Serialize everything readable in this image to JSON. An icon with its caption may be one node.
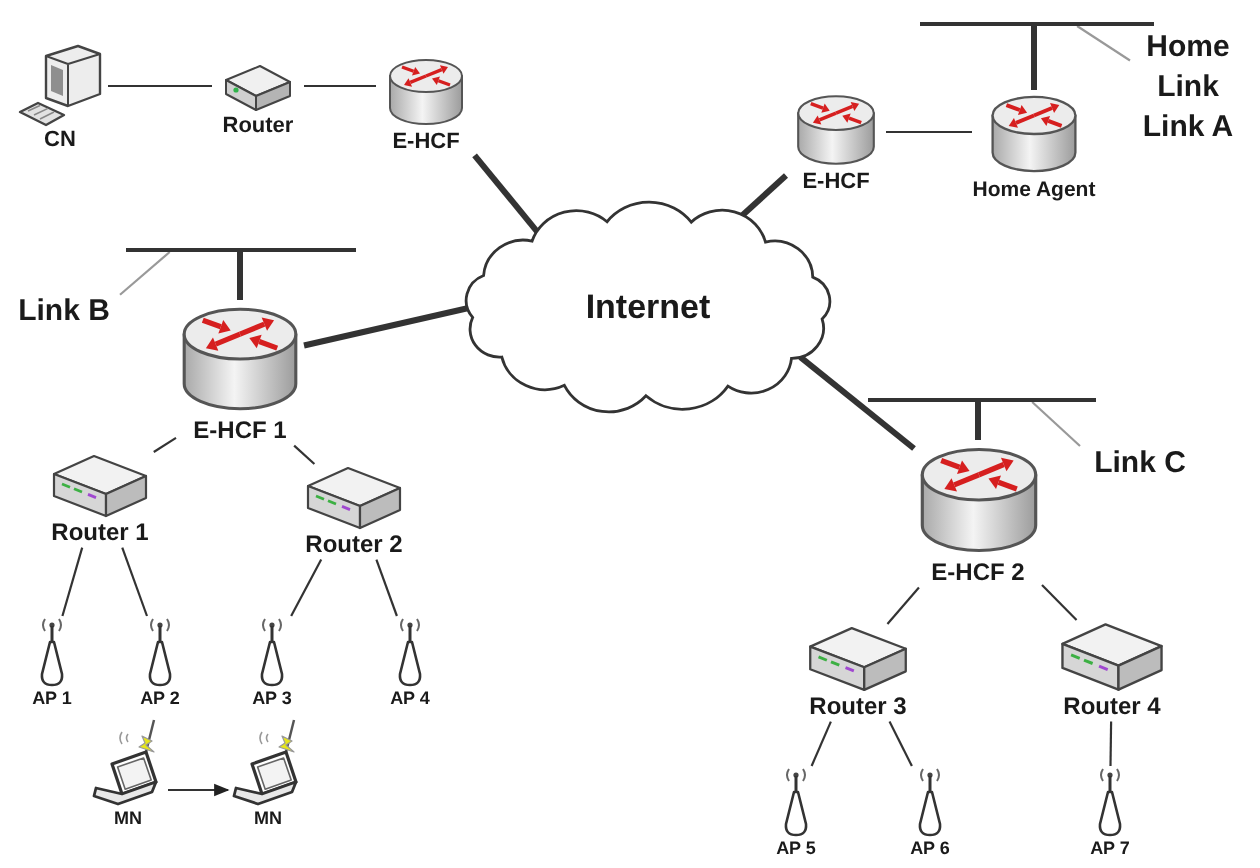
{
  "diagram": {
    "nodes": [
      {
        "text": [],
        "shape": "bar"
      },
      {
        "text": [
          "Home Link",
          "Link A"
        ]
      },
      {
        "text": [
          "CN"
        ]
      },
      {
        "text": [
          "Router"
        ]
      },
      {
        "text": [
          "E-HCF"
        ]
      },
      {
        "text": [
          "E-HCF"
        ]
      },
      {
        "text": [
          "Home Agent"
        ]
      },
      {
        "text": [
          "Internet"
        ]
      },
      {
        "text": [],
        "shape": "bar"
      },
      {
        "text": [
          "Link B"
        ]
      },
      {
        "text": [
          "E-HCF 1"
        ]
      },
      {
        "text": [],
        "shape": "bar"
      },
      {
        "text": [
          "Link C"
        ]
      },
      {
        "text": [
          "E-HCF 2"
        ]
      },
      {
        "text": [
          "Router 1"
        ]
      },
      {
        "text": [
          "Router 2"
        ]
      },
      {
        "text": [
          "AP 1"
        ]
      },
      {
        "text": [
          "AP 2"
        ]
      },
      {
        "text": [
          "AP 3"
        ]
      },
      {
        "text": [
          "AP 4"
        ]
      },
      {
        "text": [
          "Router 3"
        ]
      },
      {
        "text": [
          "Router 4"
        ]
      },
      {
        "text": [
          "MN"
        ]
      },
      {
        "text": [
          "MN"
        ]
      },
      {
        "text": [
          "AP 5"
        ]
      },
      {
        "text": [
          "AP 6"
        ]
      },
      {
        "text": [
          "AP 7"
        ]
      }
    ],
    "edges": [
      {
        "from": 2,
        "to": 3,
        "arrow": "none"
      },
      {
        "from": 3,
        "to": 4,
        "arrow": "none"
      },
      {
        "from": 4,
        "to": 7,
        "arrow": "none",
        "style": "thick"
      },
      {
        "from": 7,
        "to": 5,
        "arrow": "none",
        "style": "thick"
      },
      {
        "from": 5,
        "to": 6,
        "arrow": "none"
      },
      {
        "from": 6,
        "to": 0,
        "arrow": "none",
        "style": "thick"
      },
      {
        "from": 1,
        "to": 0,
        "arrow": "none",
        "color": "#999999"
      },
      {
        "from": 7,
        "to": 10,
        "arrow": "none",
        "style": "thick"
      },
      {
        "from": 10,
        "to": 8,
        "arrow": "none",
        "style": "thick"
      },
      {
        "from": 9,
        "to": 8,
        "arrow": "none",
        "color": "#999999"
      },
      {
        "from": 7,
        "to": 13,
        "arrow": "none",
        "style": "thick"
      },
      {
        "from": 13,
        "to": 11,
        "arrow": "none",
        "style": "thick"
      },
      {
        "from": 12,
        "to": 11,
        "arrow": "none",
        "color": "#999999"
      },
      {
        "from": 10,
        "to": 14,
        "arrow": "none"
      },
      {
        "from": 10,
        "to": 15,
        "arrow": "none"
      },
      {
        "from": 13,
        "to": 20,
        "arrow": "none"
      },
      {
        "from": 13,
        "to": 21,
        "arrow": "none"
      },
      {
        "from": 14,
        "to": 16,
        "arrow": "none"
      },
      {
        "from": 14,
        "to": 17,
        "arrow": "none"
      },
      {
        "from": 15,
        "to": 18,
        "arrow": "none"
      },
      {
        "from": 15,
        "to": 19,
        "arrow": "none"
      },
      {
        "from": 20,
        "to": 24,
        "arrow": "none"
      },
      {
        "from": 20,
        "to": 25,
        "arrow": "none"
      },
      {
        "from": 21,
        "to": 26,
        "arrow": "none"
      },
      {
        "from": 22,
        "to": 23,
        "arrow": "to"
      }
    ]
  }
}
